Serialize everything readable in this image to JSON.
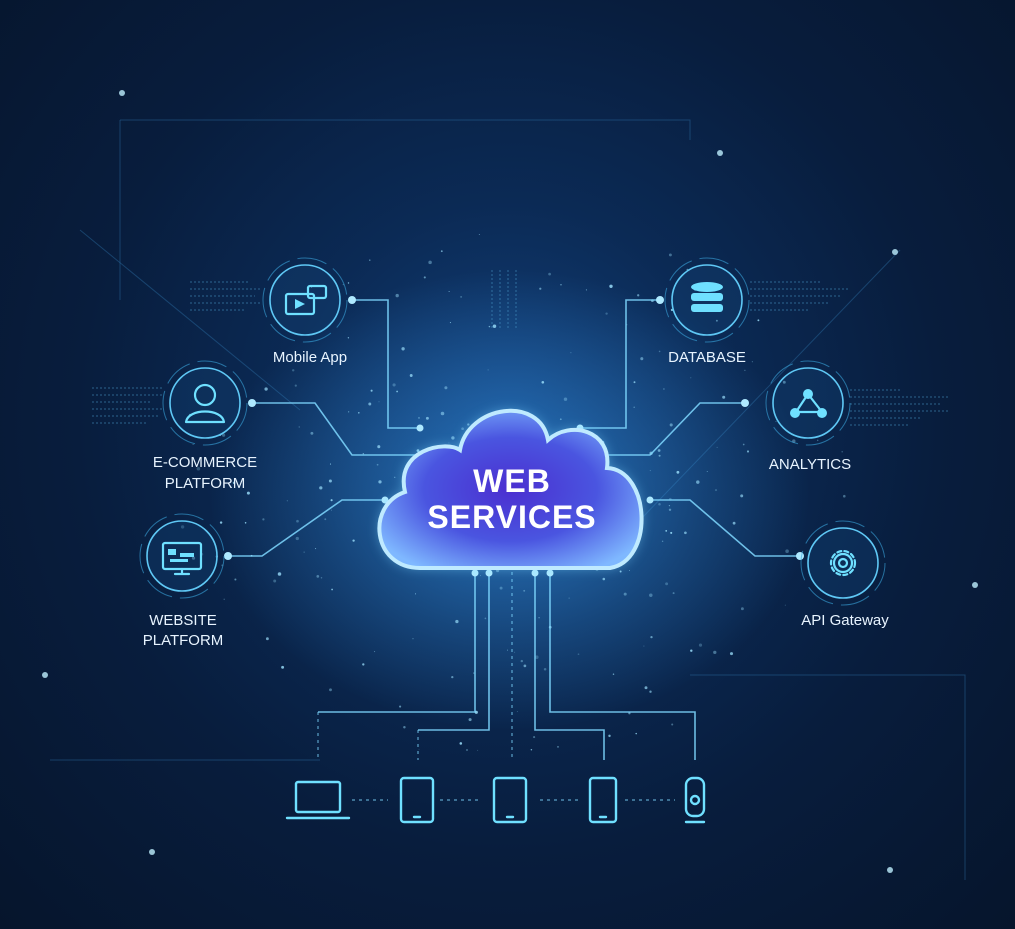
{
  "cloud": {
    "line1": "WEB",
    "line2": "SERVICES"
  },
  "nodes": {
    "mobile_app": {
      "label": "Mobile App",
      "icon": "mobile-app-icon"
    },
    "ecommerce": {
      "label_line1": "E-COMMERCE",
      "label_line2": "PLATFORM",
      "icon": "user-icon"
    },
    "website": {
      "label_line1": "WEBSITE",
      "label_line2": "PLATFORM",
      "icon": "monitor-icon"
    },
    "database": {
      "label": "DATABASE",
      "icon": "database-icon"
    },
    "analytics": {
      "label": "ANALYTICS",
      "icon": "network-nodes-icon"
    },
    "api_gateway": {
      "label": "API Gateway",
      "icon": "gear-icon"
    }
  },
  "devices": [
    "laptop-icon",
    "tablet-icon",
    "tablet-icon",
    "smartphone-icon",
    "webcam-icon"
  ],
  "colors": {
    "accent": "#6fe0ff",
    "cloud_core": "#3a2bbf",
    "background": "#081d3d"
  }
}
